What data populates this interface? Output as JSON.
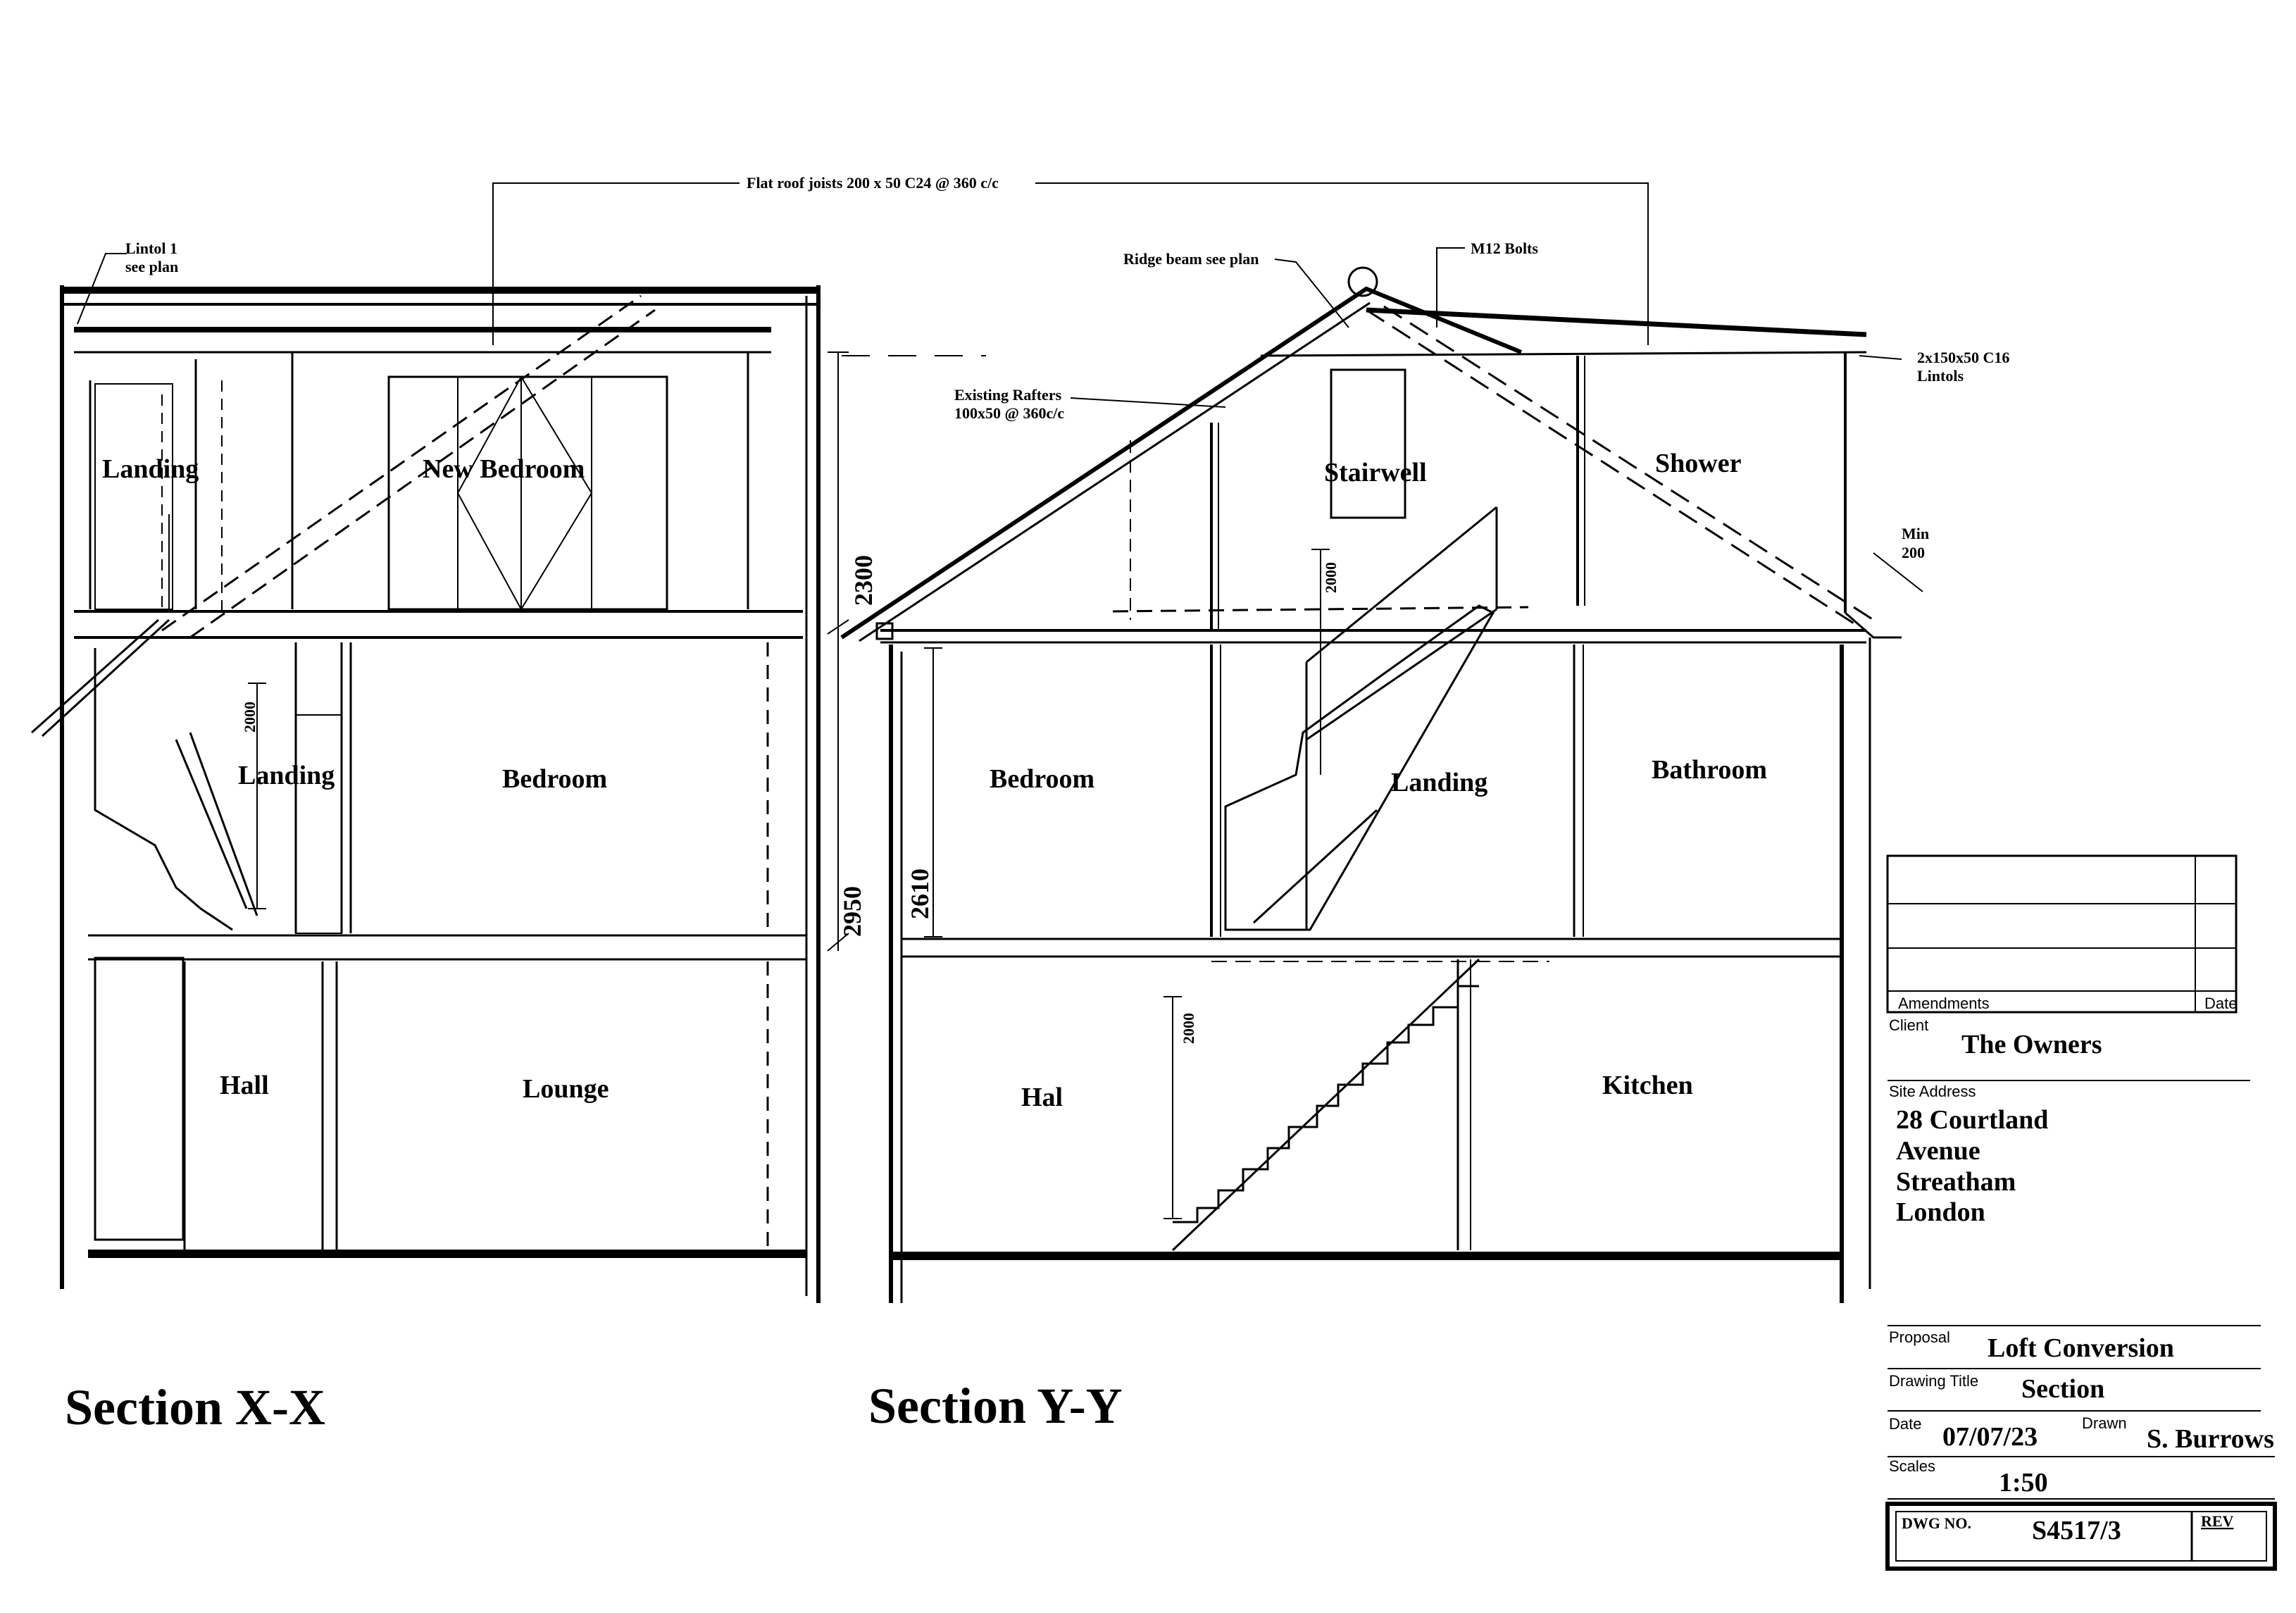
{
  "sections": {
    "x": {
      "title": "Section X-X",
      "rooms": {
        "landing_loft": "Landing",
        "new_bedroom": "New Bedroom",
        "landing_first": "Landing",
        "bedroom": "Bedroom",
        "hall": "Hall",
        "lounge": "Lounge"
      },
      "notes": {
        "lintol_line1": "Lintol 1",
        "lintol_line2": "see plan"
      },
      "dimensions": {
        "stair_headroom": "2000"
      }
    },
    "y": {
      "title": "Section Y-Y",
      "rooms": {
        "stairwell": "Stairwell",
        "shower": "Shower",
        "bedroom": "Bedroom",
        "landing": "Landing",
        "bathroom": "Bathroom",
        "hal": "Hal",
        "kitchen": "Kitchen"
      },
      "notes": {
        "flat_roof": "Flat roof joists 200 x 50 C24 @ 360 c/c",
        "ridge_beam": "Ridge beam see plan",
        "m12_bolts": "M12 Bolts",
        "rafters_line1": "Existing Rafters",
        "rafters_line2": "100x50 @ 360c/c",
        "lintols_line1": "2x150x50 C16",
        "lintols_line2": "Lintols",
        "min_line1": "Min",
        "min_line2": "200"
      },
      "dimensions": {
        "loft_height": "2300",
        "first_height": "2950",
        "bedroom_height": "2610",
        "loft_stair_headroom": "2000",
        "ground_stair_headroom": "2000"
      }
    }
  },
  "title_block": {
    "amendments_label": "Amendments",
    "date_label": "Date",
    "client_label": "Client",
    "client": "The Owners",
    "site_address_label": "Site Address",
    "address": [
      "28 Courtland",
      "Avenue",
      "Streatham",
      "London"
    ],
    "proposal_label": "Proposal",
    "proposal": "Loft Conversion",
    "drawing_title_label": "Drawing Title",
    "drawing_title": "Section",
    "date_field_label": "Date",
    "date": "07/07/23",
    "drawn_label": "Drawn",
    "drawn_by": "S. Burrows",
    "scales_label": "Scales",
    "scale": "1:50",
    "dwg_no_label": "DWG NO.",
    "dwg_no": "S4517/3",
    "rev_label": "REV"
  },
  "colors": {
    "ink": "#000000",
    "paper": "#ffffff"
  }
}
